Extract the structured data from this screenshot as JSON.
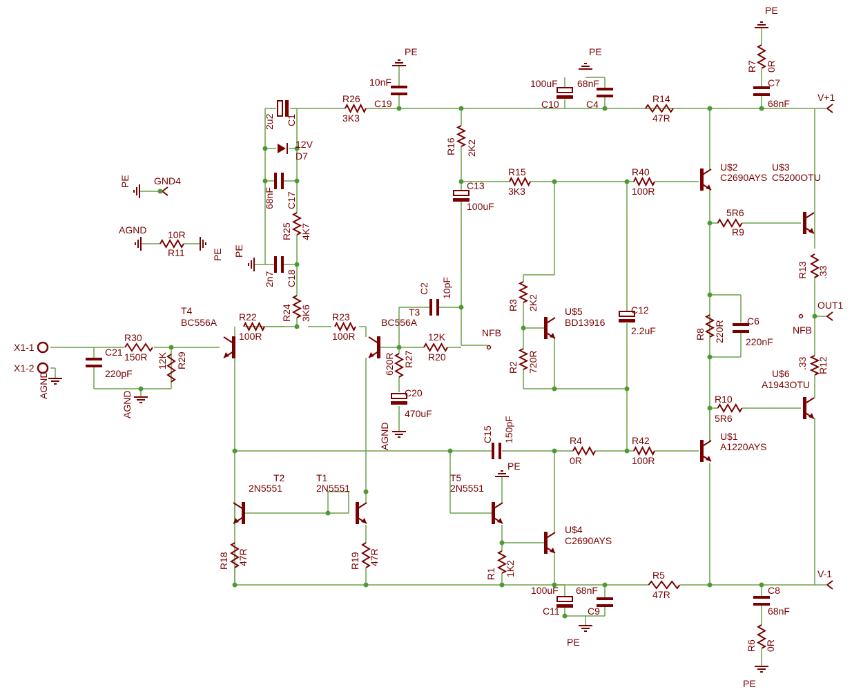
{
  "labels": [
    {
      "id": "pe-c19",
      "text": "PE"
    },
    {
      "id": "c19-val",
      "text": "10nF"
    },
    {
      "id": "c19",
      "text": "C19"
    },
    {
      "id": "r26",
      "text": "R26"
    },
    {
      "id": "r26-val",
      "text": "3K3"
    },
    {
      "id": "pe-c10",
      "text": "PE"
    },
    {
      "id": "c10-val",
      "text": "100uF"
    },
    {
      "id": "c4-val",
      "text": "68nF"
    },
    {
      "id": "c10",
      "text": "C10"
    },
    {
      "id": "c4",
      "text": "C4"
    },
    {
      "id": "r14",
      "text": "R14"
    },
    {
      "id": "r14-val",
      "text": "47R"
    },
    {
      "id": "pe-top",
      "text": "PE"
    },
    {
      "id": "r7",
      "text": "R7"
    },
    {
      "id": "r7-val",
      "text": "0R"
    },
    {
      "id": "c7",
      "text": "C7"
    },
    {
      "id": "c7-val",
      "text": "68nF"
    },
    {
      "id": "vplus",
      "text": "V+1"
    },
    {
      "id": "c1-val",
      "text": "2u2"
    },
    {
      "id": "c1",
      "text": "C1"
    },
    {
      "id": "d7-val",
      "text": "12V"
    },
    {
      "id": "d7",
      "text": "D7"
    },
    {
      "id": "c17-val",
      "text": "68nF"
    },
    {
      "id": "c17",
      "text": "C17"
    },
    {
      "id": "r25",
      "text": "R25"
    },
    {
      "id": "r25-val",
      "text": "4K7"
    },
    {
      "id": "pe-c18",
      "text": "PE"
    },
    {
      "id": "c18-val",
      "text": "2n7"
    },
    {
      "id": "c18",
      "text": "C18"
    },
    {
      "id": "r24",
      "text": "R24"
    },
    {
      "id": "r24-val",
      "text": "3K6"
    },
    {
      "id": "pe-gnd4",
      "text": "PE"
    },
    {
      "id": "gnd4",
      "text": "GND4"
    },
    {
      "id": "agnd-r11",
      "text": "AGND"
    },
    {
      "id": "r11-val",
      "text": "10R"
    },
    {
      "id": "r11",
      "text": "R11"
    },
    {
      "id": "pe-r11",
      "text": "PE"
    },
    {
      "id": "r16",
      "text": "R16"
    },
    {
      "id": "r16-val",
      "text": "2K2"
    },
    {
      "id": "c13",
      "text": "C13"
    },
    {
      "id": "c13-val",
      "text": "100uF"
    },
    {
      "id": "r15",
      "text": "R15"
    },
    {
      "id": "r15-val",
      "text": "3K3"
    },
    {
      "id": "r40",
      "text": "R40"
    },
    {
      "id": "r40-val",
      "text": "100R"
    },
    {
      "id": "u2",
      "text": "U$2"
    },
    {
      "id": "u2-val",
      "text": "C2690AYS"
    },
    {
      "id": "u3",
      "text": "U$3"
    },
    {
      "id": "u3-val",
      "text": "C5200OTU"
    },
    {
      "id": "r9-val",
      "text": "5R6"
    },
    {
      "id": "r9",
      "text": "R9"
    },
    {
      "id": "r13",
      "text": "R13"
    },
    {
      "id": "r13-val",
      "text": ".33"
    },
    {
      "id": "out1",
      "text": "OUT1"
    },
    {
      "id": "nfb-right",
      "text": "NFB"
    },
    {
      "id": "t4",
      "text": "T4"
    },
    {
      "id": "t4-val",
      "text": "BC556A"
    },
    {
      "id": "r22",
      "text": "R22"
    },
    {
      "id": "r22-val",
      "text": "100R"
    },
    {
      "id": "r23",
      "text": "R23"
    },
    {
      "id": "r23-val",
      "text": "100R"
    },
    {
      "id": "c2",
      "text": "C2"
    },
    {
      "id": "c2-val",
      "text": "10pF"
    },
    {
      "id": "t3",
      "text": "T3"
    },
    {
      "id": "t3-val",
      "text": "BC556A"
    },
    {
      "id": "r20-val",
      "text": "12K"
    },
    {
      "id": "r20",
      "text": "R20"
    },
    {
      "id": "nfb-mid",
      "text": "NFB"
    },
    {
      "id": "r3",
      "text": "R3"
    },
    {
      "id": "r3-val",
      "text": "2K2"
    },
    {
      "id": "u5",
      "text": "U$5"
    },
    {
      "id": "u5-val",
      "text": "BD13916"
    },
    {
      "id": "r2",
      "text": "R2"
    },
    {
      "id": "r2-val",
      "text": "720R"
    },
    {
      "id": "c12",
      "text": "C12"
    },
    {
      "id": "c12-val",
      "text": "2.2uF"
    },
    {
      "id": "r8",
      "text": "R8"
    },
    {
      "id": "r8-val",
      "text": "220R"
    },
    {
      "id": "c6",
      "text": "C6"
    },
    {
      "id": "c6-val",
      "text": "220nF"
    },
    {
      "id": "r12",
      "text": "R12"
    },
    {
      "id": "r12-val",
      "text": ".33"
    },
    {
      "id": "u6",
      "text": "U$6"
    },
    {
      "id": "u6-val",
      "text": "A1943OTU"
    },
    {
      "id": "x1-1",
      "text": "X1-1"
    },
    {
      "id": "x1-2",
      "text": "X1-2"
    },
    {
      "id": "agnd-x1",
      "text": "AGND"
    },
    {
      "id": "c21",
      "text": "C21"
    },
    {
      "id": "c21-val",
      "text": "220pF"
    },
    {
      "id": "r30",
      "text": "R30"
    },
    {
      "id": "r30-val",
      "text": "150R"
    },
    {
      "id": "r29-val",
      "text": "12K"
    },
    {
      "id": "r29",
      "text": "R29"
    },
    {
      "id": "agnd-c21",
      "text": "AGND"
    },
    {
      "id": "r27-val",
      "text": "620R"
    },
    {
      "id": "r27",
      "text": "R27"
    },
    {
      "id": "c20",
      "text": "C20"
    },
    {
      "id": "c20-val",
      "text": "470uF"
    },
    {
      "id": "agnd-c20",
      "text": "AGND"
    },
    {
      "id": "r10",
      "text": "R10"
    },
    {
      "id": "r10-val",
      "text": "5R6"
    },
    {
      "id": "c15",
      "text": "C15"
    },
    {
      "id": "c15-val",
      "text": "150pF"
    },
    {
      "id": "r4",
      "text": "R4"
    },
    {
      "id": "r4-val",
      "text": "0R"
    },
    {
      "id": "r42",
      "text": "R42"
    },
    {
      "id": "r42-val",
      "text": "100R"
    },
    {
      "id": "u1",
      "text": "U$1"
    },
    {
      "id": "u1-val",
      "text": "A1220AYS"
    },
    {
      "id": "t2",
      "text": "T2"
    },
    {
      "id": "t2-val",
      "text": "2N5551"
    },
    {
      "id": "t1",
      "text": "T1"
    },
    {
      "id": "t1-val",
      "text": "2N5551"
    },
    {
      "id": "t5",
      "text": "T5"
    },
    {
      "id": "t5-val",
      "text": "2N5551"
    },
    {
      "id": "pe-t5",
      "text": "PE"
    },
    {
      "id": "u4",
      "text": "U$4"
    },
    {
      "id": "u4-val",
      "text": "C2690AYS"
    },
    {
      "id": "r18",
      "text": "R18"
    },
    {
      "id": "r18-val",
      "text": "47R"
    },
    {
      "id": "r19",
      "text": "R19"
    },
    {
      "id": "r19-val",
      "text": "47R"
    },
    {
      "id": "r1",
      "text": "R1"
    },
    {
      "id": "r1-val",
      "text": "1K2"
    },
    {
      "id": "c11-val",
      "text": "100uF"
    },
    {
      "id": "c9-val",
      "text": "68nF"
    },
    {
      "id": "c11",
      "text": "C11"
    },
    {
      "id": "c9",
      "text": "C9"
    },
    {
      "id": "pe-c11",
      "text": "PE"
    },
    {
      "id": "r5",
      "text": "R5"
    },
    {
      "id": "r5-val",
      "text": "47R"
    },
    {
      "id": "c8",
      "text": "C8"
    },
    {
      "id": "c8-val",
      "text": "68nF"
    },
    {
      "id": "r6",
      "text": "R6"
    },
    {
      "id": "r6-val",
      "text": "0R"
    },
    {
      "id": "pe-bottom",
      "text": "PE"
    },
    {
      "id": "vminus",
      "text": "V-1"
    }
  ]
}
